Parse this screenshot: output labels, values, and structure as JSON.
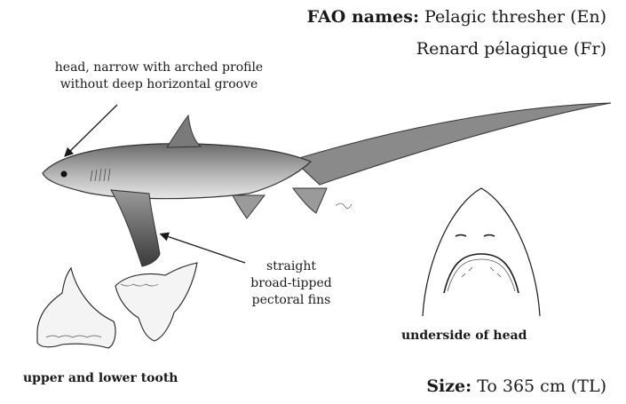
{
  "fao": {
    "label": "FAO names:",
    "english": "Pelagic thresher (En)",
    "french": "Renard pélagique (Fr)"
  },
  "annotations": {
    "head_line1": "head, narrow with arched profile",
    "head_line2": "without deep horizontal groove",
    "fin_line1": "straight",
    "fin_line2": "broad-tipped",
    "fin_line3": "pectoral fins"
  },
  "captions": {
    "underside": "underside of head",
    "teeth": "upper and lower tooth"
  },
  "size": {
    "label": "Size:",
    "value": "To 365 cm (TL)"
  }
}
